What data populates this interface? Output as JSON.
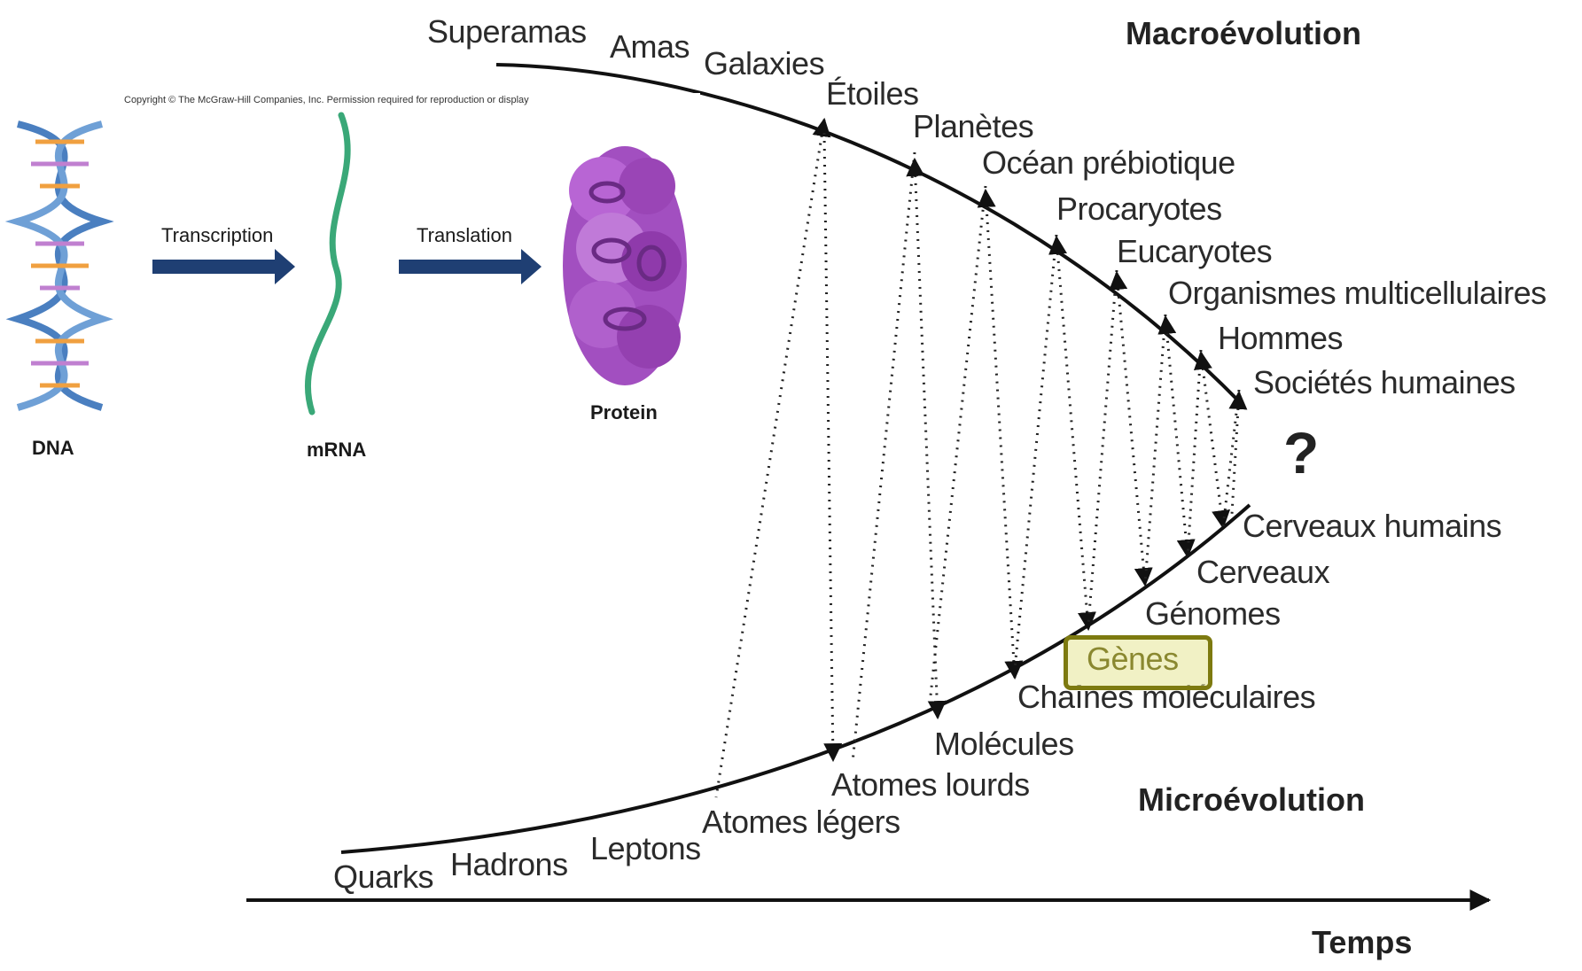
{
  "headings": {
    "macro": "Macroévolution",
    "micro": "Microévolution",
    "time_axis": "Temps",
    "question": "?"
  },
  "macro_labels": [
    "Superamas",
    "Amas",
    "Galaxies",
    "Étoiles",
    "Planètes",
    "Océan prébiotique",
    "Procaryotes",
    "Eucaryotes",
    "Organismes multicellulaires",
    "Hommes",
    "Sociétés humaines"
  ],
  "micro_labels": [
    "Quarks",
    "Hadrons",
    "Leptons",
    "Atomes légers",
    "Atomes lourds",
    "Molécules",
    "Chaînes moléculaires",
    "Gènes",
    "Génomes",
    "Cerveaux",
    "Cerveaux humains"
  ],
  "highlighted_label": "Gènes",
  "inset": {
    "copyright": "Copyright © The McGraw-Hill Companies, Inc. Permission required for reproduction or display",
    "step1": "Transcription",
    "step2": "Translation",
    "dna": "DNA",
    "mrna": "mRNA",
    "protein": "Protein"
  },
  "colors": {
    "curve": "#111111",
    "arrow_blue": "#1f3f73",
    "highlight_border": "#7d7a10",
    "highlight_fill": "#e6e696",
    "protein_purple": "#a24fc0",
    "mrna_green": "#3aa878",
    "dna_blue": "#4a7fc0"
  }
}
